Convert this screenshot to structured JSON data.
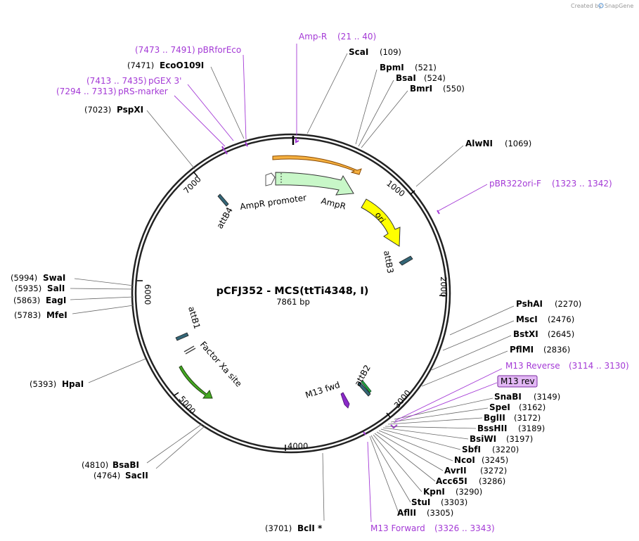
{
  "credit": {
    "created_by": "Created by",
    "brand": "SnapGene"
  },
  "plasmid": {
    "name": "pCFJ352 - MCS(ttTi4348, I)",
    "length": "7861 bp"
  },
  "ticks": [
    "1000",
    "2000",
    "3000",
    "4000",
    "5000",
    "6000",
    "7000"
  ],
  "colors": {
    "primer": "#a43ad6",
    "ori": "#ffff00",
    "ampr": "#c8f7c8",
    "amp_r_arrow": "#f5b040",
    "factor_xa": "#44aa22",
    "att": "#336677"
  },
  "enzymes_right": [
    {
      "name": "ScaI",
      "pos": "(109)"
    },
    {
      "name": "BpmI",
      "pos": "(521)"
    },
    {
      "name": "BsaI",
      "pos": "(524)"
    },
    {
      "name": "BmrI",
      "pos": "(550)"
    },
    {
      "name": "AlwNI",
      "pos": "(1069)"
    },
    {
      "name": "PshAI",
      "pos": "(2270)"
    },
    {
      "name": "MscI",
      "pos": "(2476)"
    },
    {
      "name": "BstXI",
      "pos": "(2645)"
    },
    {
      "name": "PflMI",
      "pos": "(2836)"
    },
    {
      "name": "SnaBI",
      "pos": "(3149)"
    },
    {
      "name": "SpeI",
      "pos": "(3162)"
    },
    {
      "name": "BglII",
      "pos": "(3172)"
    },
    {
      "name": "BssHII",
      "pos": "(3189)"
    },
    {
      "name": "BsiWI",
      "pos": "(3197)"
    },
    {
      "name": "SbfI",
      "pos": "(3220)"
    },
    {
      "name": "NcoI",
      "pos": "(3245)"
    },
    {
      "name": "AvrII",
      "pos": "(3272)"
    },
    {
      "name": "Acc65I",
      "pos": "(3286)"
    },
    {
      "name": "KpnI",
      "pos": "(3290)"
    },
    {
      "name": "StuI",
      "pos": "(3303)"
    },
    {
      "name": "AflII",
      "pos": "(3305)"
    }
  ],
  "enzymes_left": [
    {
      "name": "EcoO109I",
      "pos": "(7471)"
    },
    {
      "name": "PspXI",
      "pos": "(7023)"
    },
    {
      "name": "SwaI",
      "pos": "(5994)"
    },
    {
      "name": "SalI",
      "pos": "(5935)"
    },
    {
      "name": "EagI",
      "pos": "(5863)"
    },
    {
      "name": "MfeI",
      "pos": "(5783)"
    },
    {
      "name": "HpaI",
      "pos": "(5393)"
    },
    {
      "name": "BsaBI",
      "pos": "(4810)"
    },
    {
      "name": "SacII",
      "pos": "(4764)"
    },
    {
      "name": "BclI *",
      "pos": "(3701)"
    }
  ],
  "primers": [
    {
      "name": "Amp-R",
      "range": "(21 .. 40)"
    },
    {
      "name": "pBRforEco",
      "range": "(7473 .. 7491)"
    },
    {
      "name": "pGEX 3'",
      "range": "(7413 .. 7435)"
    },
    {
      "name": "pRS-marker",
      "range": "(7294 .. 7313)"
    },
    {
      "name": "pBR322ori-F",
      "range": "(1323 .. 1342)"
    },
    {
      "name": "M13 Reverse",
      "range": "(3114 .. 3130)"
    },
    {
      "name": "M13 rev",
      "range": ""
    },
    {
      "name": "M13 Forward",
      "range": "(3326 .. 3343)"
    }
  ],
  "features": {
    "ampr_promoter": "AmpR promoter",
    "ampr": "AmpR",
    "ori": "ori",
    "attB4": "attB4",
    "attB3": "attB3",
    "attB1": "attB1",
    "attB2": "attB2",
    "factor_xa": "Factor Xa site",
    "m13_fwd": "M13 fwd"
  }
}
